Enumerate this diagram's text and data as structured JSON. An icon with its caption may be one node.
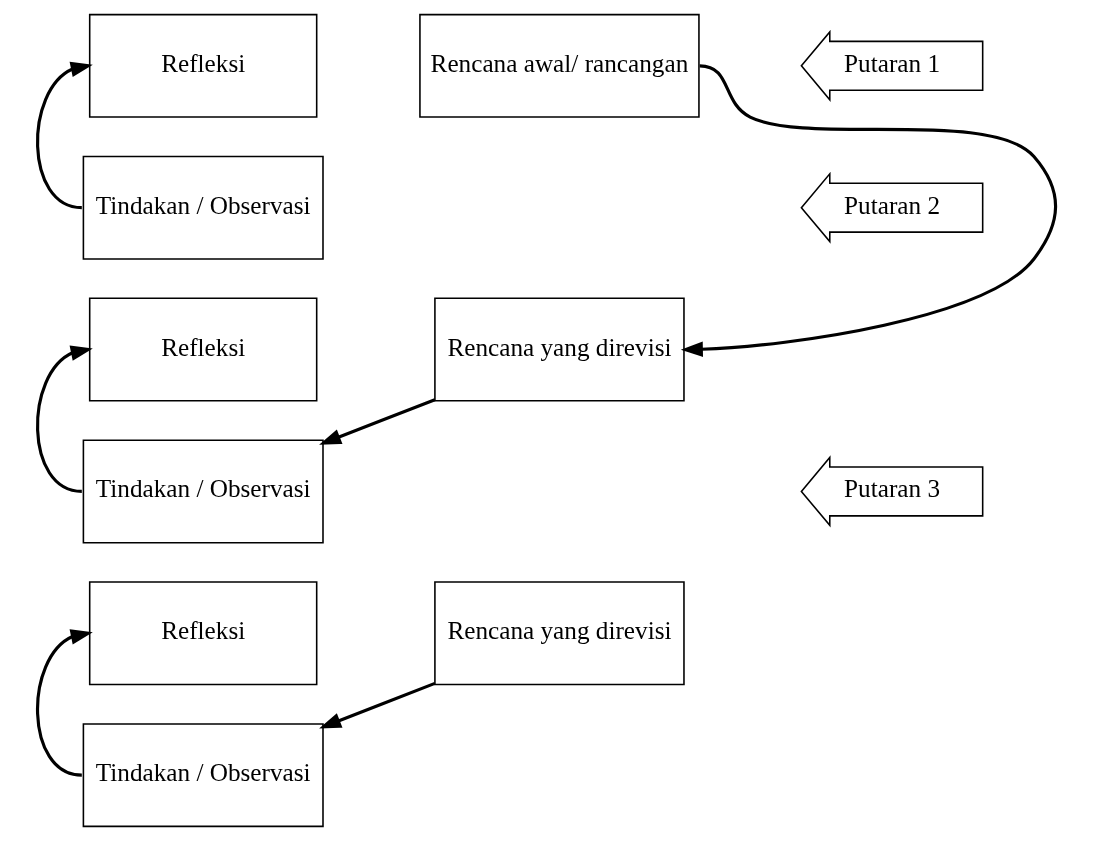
{
  "diagram": {
    "nodes": [
      {
        "text": [
          "Refleksi"
        ]
      },
      {
        "text": [
          "Rencana awal/ rancangan"
        ]
      },
      {
        "text": [
          "Putaran 1"
        ]
      },
      {
        "text": [
          "Tindakan / Observasi"
        ]
      },
      {
        "text": [
          "Putaran 2"
        ]
      },
      {
        "text": [
          "Refleksi"
        ]
      },
      {
        "text": [
          "Rencana yang direvisi"
        ]
      },
      {
        "text": [
          "Tindakan / Observasi"
        ]
      },
      {
        "text": [
          "Putaran 3"
        ]
      },
      {
        "text": [
          "Refleksi"
        ]
      },
      {
        "text": [
          "Rencana yang direvisi"
        ]
      },
      {
        "text": [
          "Tindakan / Observasi"
        ]
      }
    ],
    "edges": [
      {
        "from": 3,
        "to": 0,
        "arrow": "to"
      },
      {
        "from": 1,
        "to": 6,
        "arrow": "to"
      },
      {
        "from": 7,
        "to": 5,
        "arrow": "to"
      },
      {
        "from": 6,
        "to": 7,
        "arrow": "to"
      },
      {
        "from": 11,
        "to": 9,
        "arrow": "to"
      },
      {
        "from": 10,
        "to": 11,
        "arrow": "to"
      }
    ]
  }
}
